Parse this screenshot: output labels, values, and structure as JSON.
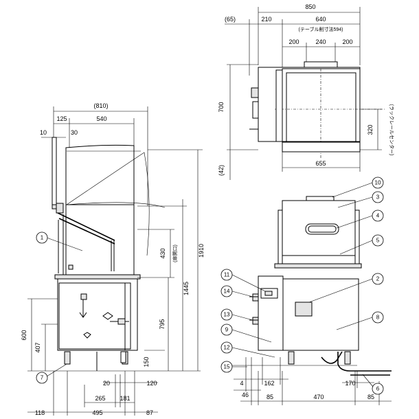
{
  "top_view": {
    "overall_width": "850",
    "offset_left": "(65)",
    "dim_210": "210",
    "dim_640": "640",
    "table_cut_note": "(テーブル削寸法594)",
    "dim_200a": "200",
    "dim_240": "240",
    "dim_200b": "200",
    "depth_700": "700",
    "rail_320": "320",
    "rail_note": "(ラックレールセンター)",
    "gap_42": "(42)",
    "base_655": "655"
  },
  "side_view": {
    "depth_810": "(810)",
    "dim_125": "125",
    "dim_540": "540",
    "dim_10": "10",
    "dim_30": "30",
    "height_1910": "1910",
    "height_1445": "1445",
    "dim_430": "430",
    "open_note": "(扉開口)",
    "height_795": "795",
    "height_600": "600",
    "height_407": "407",
    "dim_150": "150",
    "dim_20": "20",
    "dim_120": "120",
    "dim_265": "265",
    "dim_181": "181",
    "bottom_118": "118",
    "bottom_495": "495",
    "bottom_87": "87"
  },
  "front_view": {
    "dim_4": "4",
    "dim_162": "162",
    "dim_46": "46",
    "bottom_85a": "85",
    "bottom_470": "470",
    "bottom_85b": "85"
  },
  "callouts": [
    "1",
    "2",
    "3",
    "4",
    "5",
    "6",
    "7",
    "8",
    "9",
    "10",
    "11",
    "12",
    "13",
    "14",
    "15"
  ]
}
